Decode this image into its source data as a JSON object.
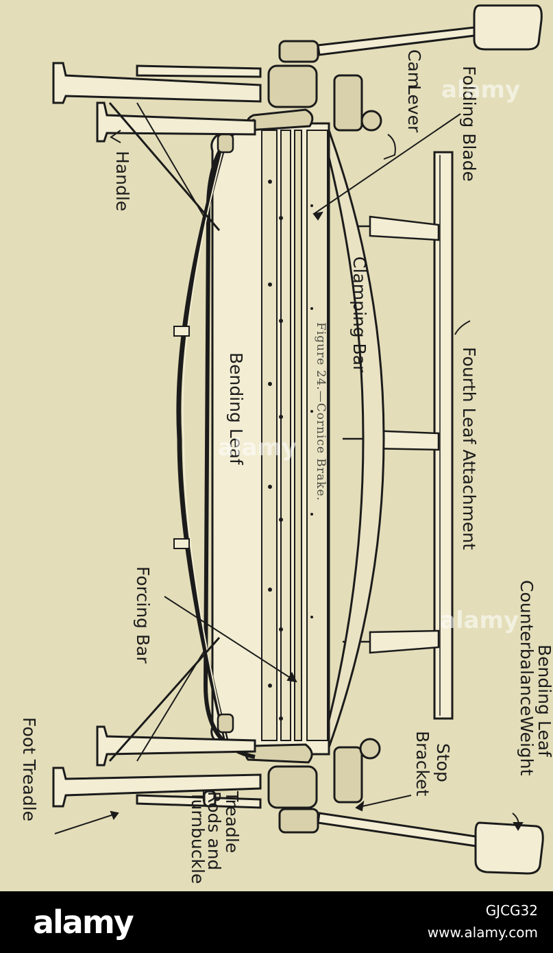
{
  "labels": {
    "bending_leaf_counterbalance_weight_line1": "Bending Leaf",
    "bending_leaf_counterbalance_weight_line2": "CounterbalanceWeight",
    "fourth_leaf_attachment": "Fourth Leaf Attachment",
    "folding_blade": "Folding Blade",
    "cam_lever_line1": "Cam",
    "cam_lever_line2": "Lever",
    "handle": "Handle",
    "clamping_bar": "Clamping Bar",
    "bending_leaf": "Bending Leaf",
    "forcing_bar": "Forcing Bar",
    "stop_bracket_line1": "Stop",
    "stop_bracket_line2": "Bracket",
    "foot_treadle": "Foot Treadle",
    "treadle_rods_line1": "Treadle",
    "treadle_rods_line2": "Rods and",
    "treadle_rods_line3": "Turnbuckle"
  },
  "caption": "Figure 24.—Cornice Brake.",
  "watermark": "alamy",
  "banner": {
    "logo": "alamy",
    "image_id": "GJCG32",
    "site": "www.alamy.com"
  }
}
